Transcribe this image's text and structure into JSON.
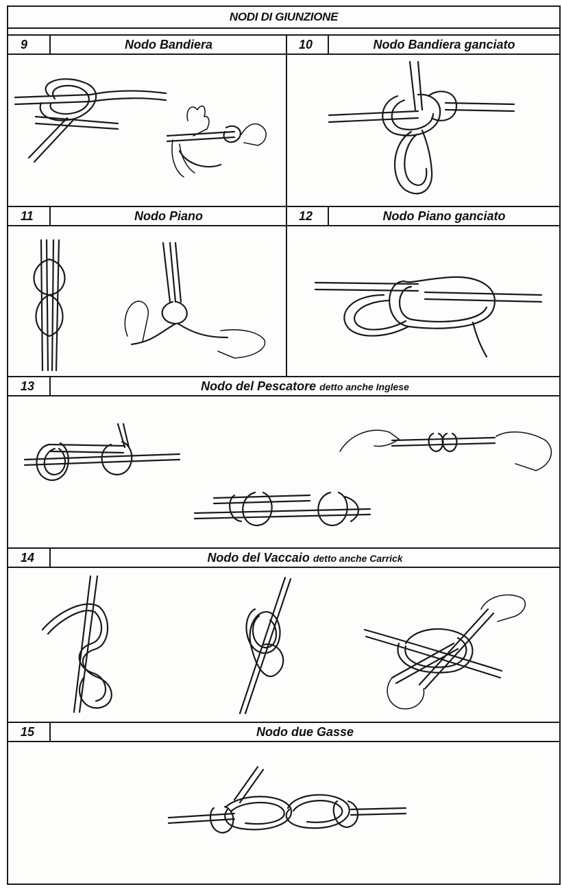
{
  "page_title": "NODI DI GIUNZIONE",
  "knots": [
    {
      "num": "9",
      "name": "Nodo Bandiera",
      "sub": ""
    },
    {
      "num": "10",
      "name": "Nodo Bandiera ganciato",
      "sub": ""
    },
    {
      "num": "11",
      "name": "Nodo Piano",
      "sub": ""
    },
    {
      "num": "12",
      "name": "Nodo Piano ganciato",
      "sub": ""
    },
    {
      "num": "13",
      "name": "Nodo del Pescatore",
      "sub": "detto anche Inglese"
    },
    {
      "num": "14",
      "name": "Nodo del Vaccaio",
      "sub": "detto anche Carrick"
    },
    {
      "num": "15",
      "name": "Nodo due Gasse",
      "sub": ""
    }
  ]
}
